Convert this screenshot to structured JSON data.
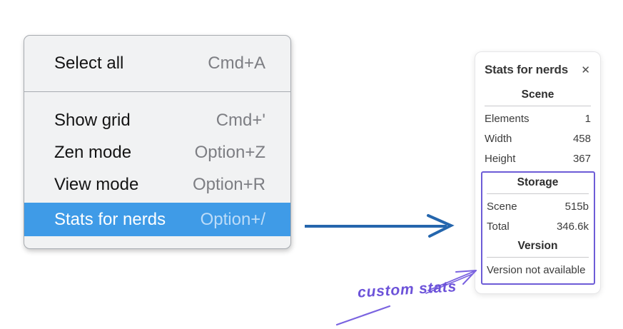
{
  "menu": {
    "sections": [
      {
        "items": [
          {
            "label": "Select all",
            "shortcut": "Cmd+A",
            "highlighted": false
          }
        ]
      },
      {
        "items": [
          {
            "label": "Show grid",
            "shortcut": "Cmd+'",
            "highlighted": false
          },
          {
            "label": "Zen mode",
            "shortcut": "Option+Z",
            "highlighted": false
          },
          {
            "label": "View mode",
            "shortcut": "Option+R",
            "highlighted": false
          },
          {
            "label": "Stats for nerds",
            "shortcut": "Option+/",
            "highlighted": true
          }
        ]
      }
    ]
  },
  "stats_panel": {
    "title": "Stats for nerds",
    "scene_section": {
      "heading": "Scene",
      "rows": [
        {
          "label": "Elements",
          "value": "1"
        },
        {
          "label": "Width",
          "value": "458"
        },
        {
          "label": "Height",
          "value": "367"
        }
      ]
    },
    "storage_section": {
      "heading": "Storage",
      "rows": [
        {
          "label": "Scene",
          "value": "515b"
        },
        {
          "label": "Total",
          "value": "346.6k"
        }
      ]
    },
    "version_section": {
      "heading": "Version",
      "note": "Version not available"
    }
  },
  "annotation": {
    "label": "custom stats"
  },
  "icons": {
    "close": "✕"
  },
  "colors": {
    "menu_highlight": "#3f9be7",
    "menu_background": "#f1f2f3",
    "flow_arrow_blue": "#2566ad",
    "annotation_purple": "#6d5cd7"
  }
}
